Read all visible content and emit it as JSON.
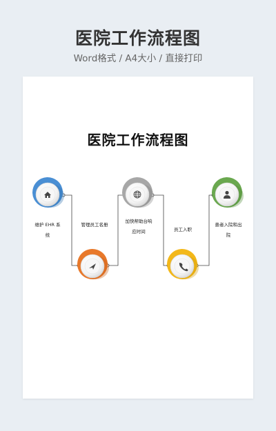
{
  "header": {
    "title": "医院工作流程图",
    "subtitle": "Word格式 / A4大小 / 直接打印"
  },
  "document": {
    "title": "医院工作流程图",
    "steps": [
      {
        "label_line1": "维护  EHR  系",
        "label_line2": "统",
        "icon": "home-icon",
        "color": "#4a8fd4"
      },
      {
        "label_line1": "管理员工名册",
        "label_line2": "",
        "icon": "send-icon",
        "color": "#e8792b"
      },
      {
        "label_line1": "加快帮助台响",
        "label_line2": "应时间",
        "icon": "globe-icon",
        "color": "#a7a7a7"
      },
      {
        "label_line1": "员工入职",
        "label_line2": "",
        "icon": "phone-icon",
        "color": "#f3b81a"
      },
      {
        "label_line1": "患者入院和出",
        "label_line2": "院",
        "icon": "user-icon",
        "color": "#6aa84f"
      }
    ]
  }
}
